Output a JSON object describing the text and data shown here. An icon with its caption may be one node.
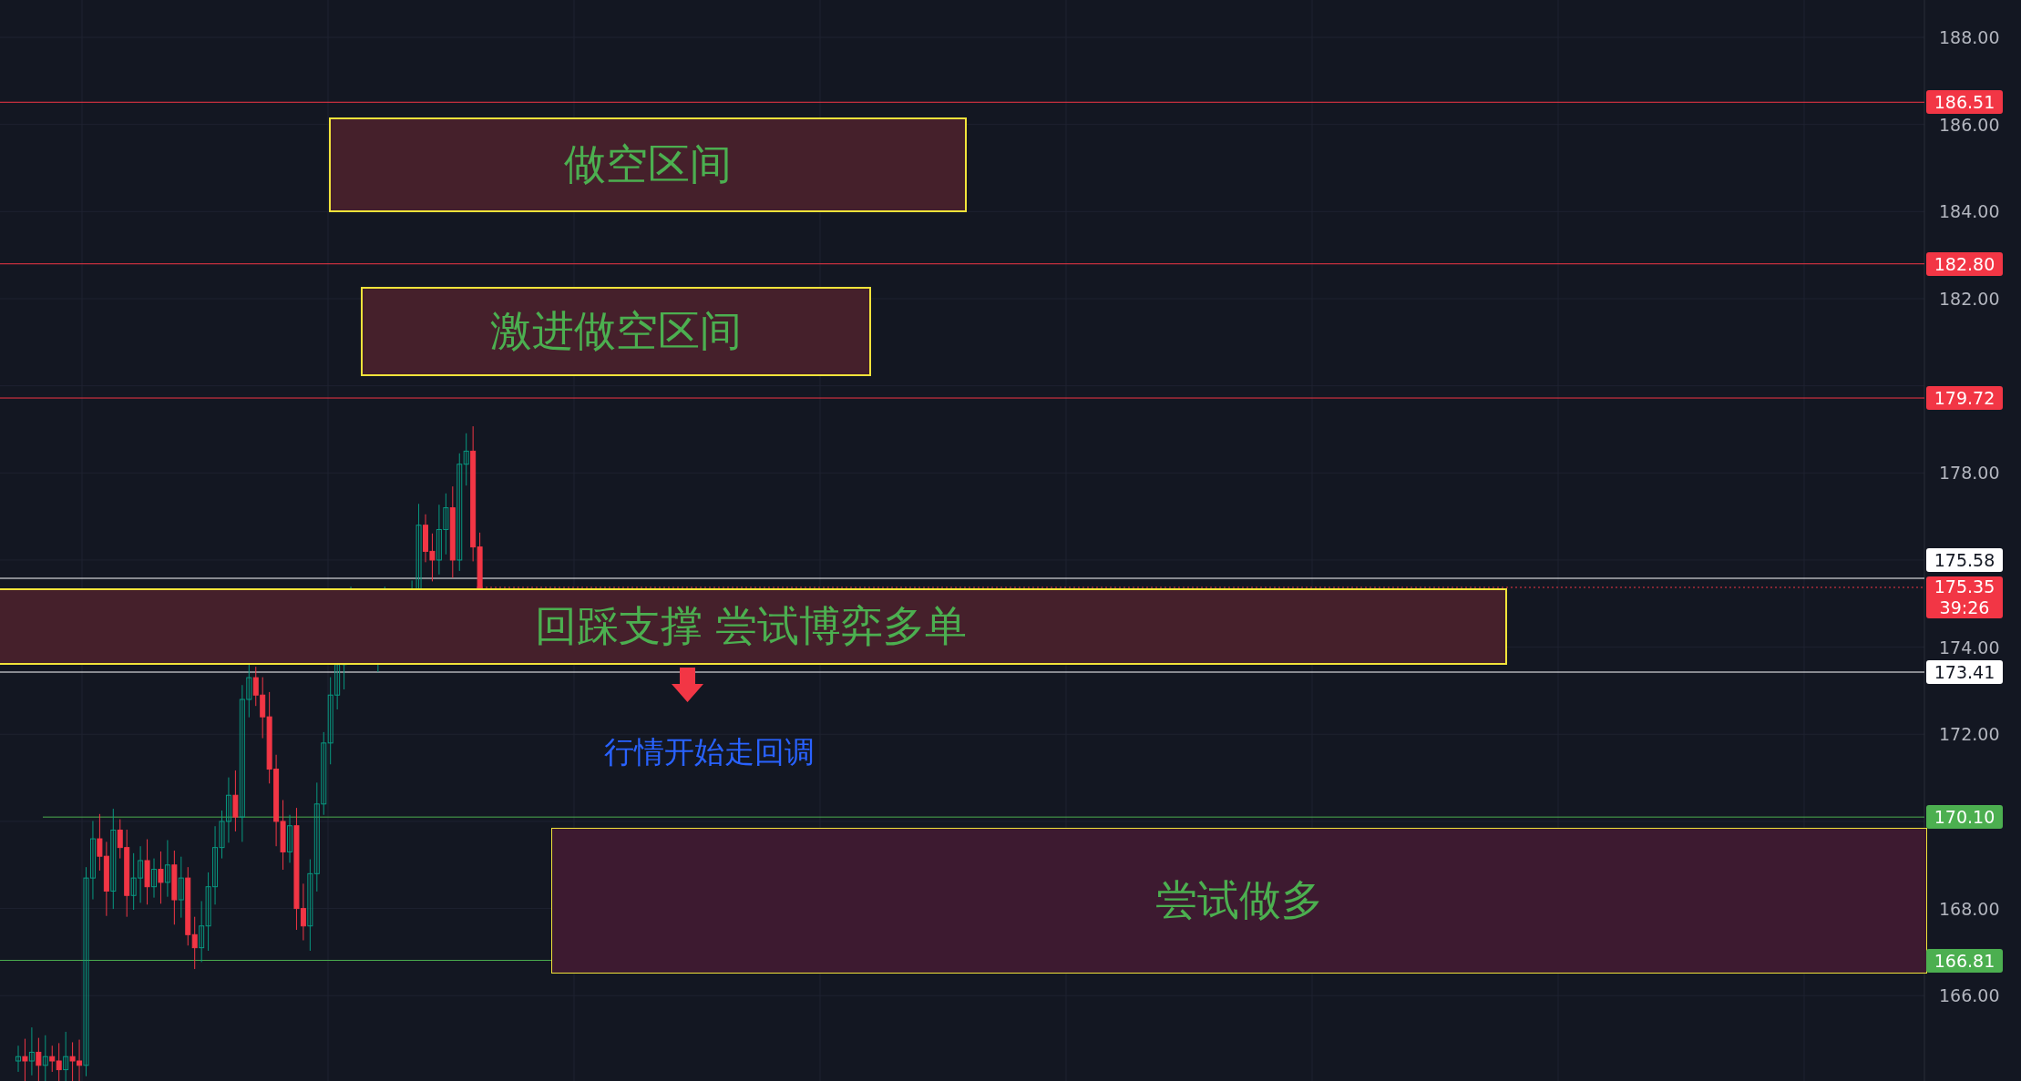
{
  "diagram": {
    "nodes": [
      {
        "text": [
          "做空区间"
        ]
      },
      {
        "text": [
          "激进做空区间"
        ]
      },
      {
        "text": [
          "回踩支撑 尝试博弈多单"
        ]
      },
      {
        "text": [
          "尝试做多"
        ]
      }
    ],
    "labels": [
      "188.00",
      "186.51",
      "186.00",
      "184.00",
      "182.80",
      "182.00",
      "179.72",
      "178.00",
      "175.58",
      "175.35",
      "39:26",
      "174.00",
      "173.41",
      "172.00",
      "行情开始走回调",
      "170.10",
      "168.00",
      "166.81",
      "166.00"
    ]
  }
}
